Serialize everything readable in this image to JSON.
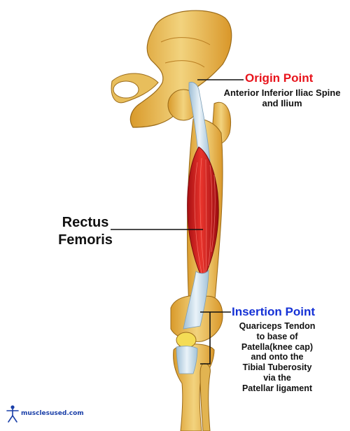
{
  "origin": {
    "title": "Origin Point",
    "description_lines": [
      "Anterior Inferior Iliac Spine",
      "and Ilium"
    ],
    "title_color": "#e8141c"
  },
  "muscle": {
    "name_lines": [
      "Rectus",
      "Femoris"
    ]
  },
  "insertion": {
    "title": "Insertion Point",
    "description_lines": [
      "Quariceps Tendon",
      "to base of",
      "Patella(knee cap)",
      "and onto the",
      "Tibial Tuberosity",
      "via the",
      "Patellar ligament"
    ],
    "title_color": "#1431d6"
  },
  "logo": {
    "text": "musclesused.com",
    "color": "#1a3fa8"
  },
  "colors": {
    "bone": "#e9c46a",
    "muscle": "#d8201f",
    "tendon": "#cfe2ee"
  }
}
